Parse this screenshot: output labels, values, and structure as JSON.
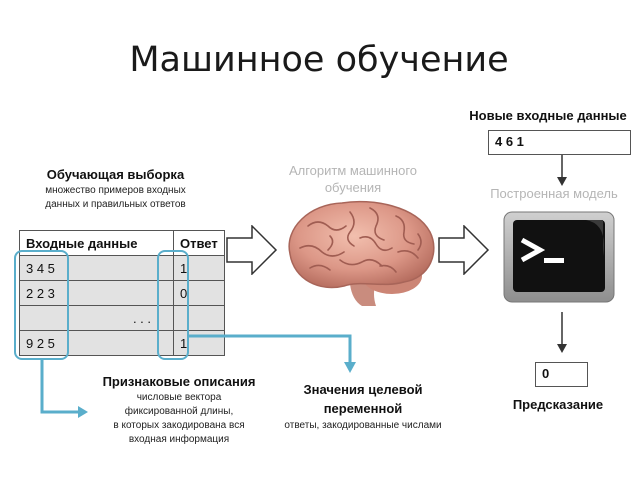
{
  "title": "Машинное обучение",
  "training": {
    "heading": "Обучающая выборка",
    "subtitle_line1": "множество примеров входных",
    "subtitle_line2": "данных и правильных ответов",
    "col_input": "Входные данные",
    "col_answer": "Ответ",
    "rows": [
      {
        "input": "3 4 5",
        "answer": "1"
      },
      {
        "input": "2 2 3",
        "answer": "0"
      },
      {
        "input": ". . .",
        "answer": ""
      },
      {
        "input": "9 2 5",
        "answer": "1"
      }
    ]
  },
  "algorithm": {
    "label_line1": "Алгоритм машинного",
    "label_line2": "обучения",
    "icon": "brain-icon"
  },
  "new_input": {
    "label": "Новые входные данные",
    "value": "4 6 1"
  },
  "model": {
    "label": "Построенная модель",
    "icon": "terminal-icon"
  },
  "prediction": {
    "value": "0",
    "label": "Предсказание"
  },
  "features": {
    "heading": "Признаковые описания",
    "line1": "числовые вектора",
    "line2": "фиксированной длины,",
    "line3": "в которых закодирована вся",
    "line4": "входная информация"
  },
  "target": {
    "heading_line1": "Значения целевой",
    "heading_line2": "переменной",
    "subtitle": "ответы, закодированные числами"
  },
  "colors": {
    "highlight": "#5aaecb",
    "cell_fill": "#e2e2e2",
    "muted_text": "#b5b5b5"
  }
}
